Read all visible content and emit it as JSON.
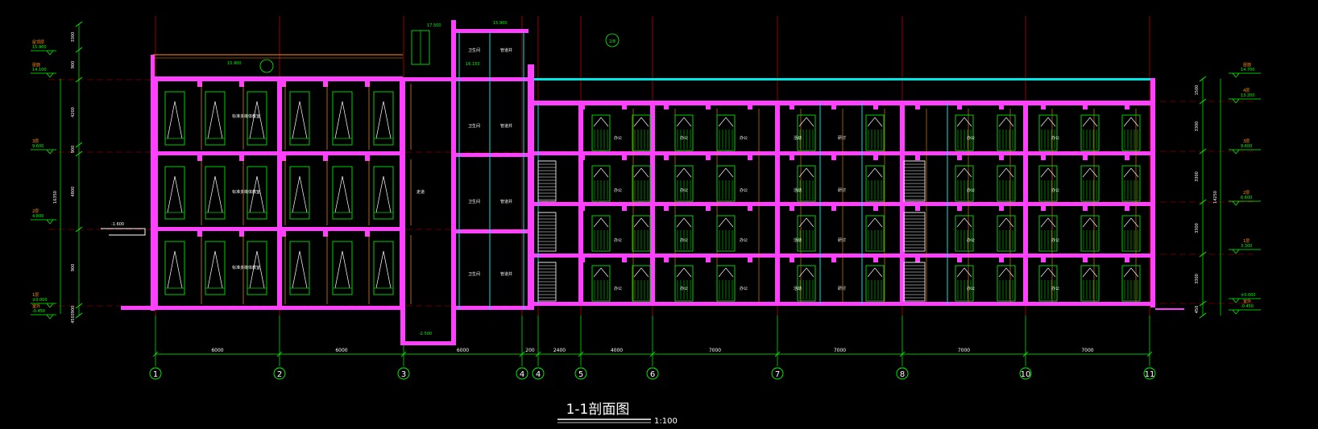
{
  "drawing": {
    "title": "1-1剖面图",
    "scale": "1:100",
    "colors": {
      "background": "#000000",
      "slab": "#ff40ff",
      "wall": "#00e5e5",
      "window": "#00d000",
      "axis": "#c00000",
      "text": "#ffffff",
      "dim": "#00ff00",
      "fill": "#ff8c1a"
    }
  },
  "axes": [
    {
      "label": "1"
    },
    {
      "label": "2"
    },
    {
      "label": "3"
    },
    {
      "label": "4"
    },
    {
      "label": "4"
    },
    {
      "label": "5"
    },
    {
      "label": "6"
    },
    {
      "label": "7"
    },
    {
      "label": "8"
    },
    {
      "label": "10"
    },
    {
      "label": "11"
    }
  ],
  "bay_dims": [
    "6000",
    "6000",
    "6000",
    "200",
    "2400",
    "4000",
    "7000",
    "7000",
    "7000",
    "7000"
  ],
  "left_levels": [
    {
      "name": "屋顶层",
      "elev": "15.900"
    },
    {
      "name": "屋面",
      "elev": "14.100"
    },
    {
      "name": "3层",
      "elev": "9.600"
    },
    {
      "name": "2层",
      "elev": "4.800"
    },
    {
      "name": "1层",
      "elev": "±0.000"
    },
    {
      "name": "室外",
      "elev": "-0.450"
    }
  ],
  "left_dims": [
    "3300",
    "900",
    "4200",
    "900",
    "4800",
    "900",
    "3900",
    "450"
  ],
  "left_total": "16350",
  "right_levels": [
    {
      "name": "屋面",
      "elev": "14.700"
    },
    {
      "name": "4层",
      "elev": "13.200"
    },
    {
      "name": "3层",
      "elev": "9.600"
    },
    {
      "name": "2层",
      "elev": "6.600"
    },
    {
      "name": "1层",
      "elev": "3.300"
    },
    {
      "name": "",
      "elev": "±0.000"
    },
    {
      "name": "室外",
      "elev": "-0.450"
    }
  ],
  "right_dims": [
    "1500",
    "3300",
    "3300",
    "3300",
    "3300",
    "450"
  ],
  "right_total": "14250",
  "room_labels_left": [
    "标准多媒体教室",
    "标准多媒体教室",
    "标准多媒体教室"
  ],
  "room_label_corridor": "走道",
  "room_labels_core": [
    "卫生间",
    "管道井"
  ],
  "room_labels_right": [
    "办公",
    "办公",
    "办公",
    "活动",
    "研讨",
    "办公",
    "办公"
  ],
  "top_annotations": {
    "core_top": "17.500",
    "core_right": "15.900",
    "core_mid": "16.150",
    "roof_left": "15.900",
    "pit": "-2.500",
    "entrance": "-1.600",
    "detail_ref": "2/8"
  }
}
